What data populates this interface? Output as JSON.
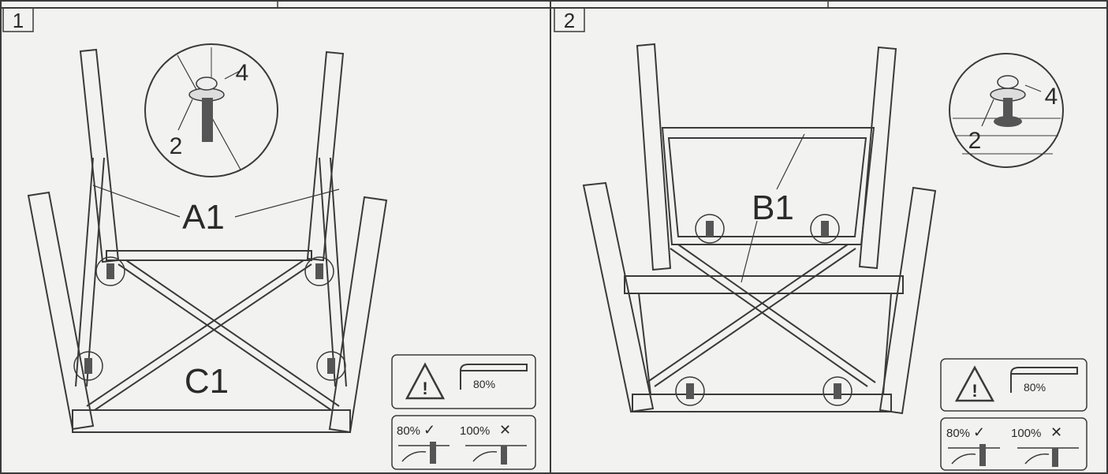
{
  "steps": [
    {
      "number": "1",
      "parts": [
        "A1",
        "C1"
      ],
      "detail_labels": [
        "4",
        "2"
      ],
      "warning": {
        "tool_percent": "80%"
      },
      "torque": {
        "good": "80%",
        "good_mark": "✓",
        "bad": "100%",
        "bad_mark": "✕"
      }
    },
    {
      "number": "2",
      "parts": [
        "B1"
      ],
      "detail_labels": [
        "4",
        "2"
      ],
      "warning": {
        "tool_percent": "80%"
      },
      "torque": {
        "good": "80%",
        "good_mark": "✓",
        "bad": "100%",
        "bad_mark": "✕"
      }
    }
  ],
  "colors": {
    "line": "#3a3a3a",
    "paper": "#f2f2f0",
    "hardware": "#555555"
  }
}
